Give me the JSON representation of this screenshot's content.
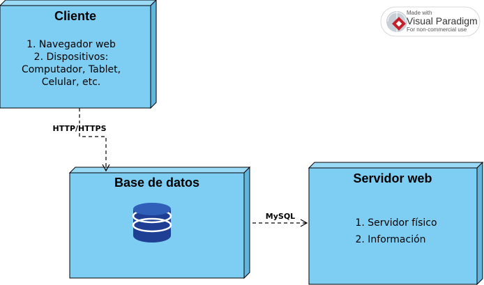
{
  "colors": {
    "node_front": "#7ECEF4",
    "node_side": "#62B6DE",
    "node_top": "#9ADAF7",
    "stroke": "#000000",
    "db_top": "#2F5FB8",
    "db_body": "#1E3F94"
  },
  "nodes": {
    "cliente": {
      "title": "Cliente",
      "lines": [
        "1. Navegador web",
        "2. Dispositivos:",
        "Computador, Tablet,",
        "Celular, etc."
      ]
    },
    "base_datos": {
      "title": "Base de datos",
      "icon": "database-icon"
    },
    "servidor_web": {
      "title": "Servidor web",
      "lines": [
        "1. Servidor físico",
        "2. Información"
      ]
    }
  },
  "edges": {
    "http": {
      "label": "HTTP/HTTPS",
      "from": "Cliente",
      "to": "Base de datos",
      "style": "dashed-arrow"
    },
    "mysql": {
      "label": "MySQL",
      "from": "Base de datos",
      "to": "Servidor web",
      "style": "dashed-arrow"
    }
  },
  "watermark": {
    "made_with": "Made with",
    "brand": "Visual Paradigm",
    "note": "For non-commercial use"
  }
}
